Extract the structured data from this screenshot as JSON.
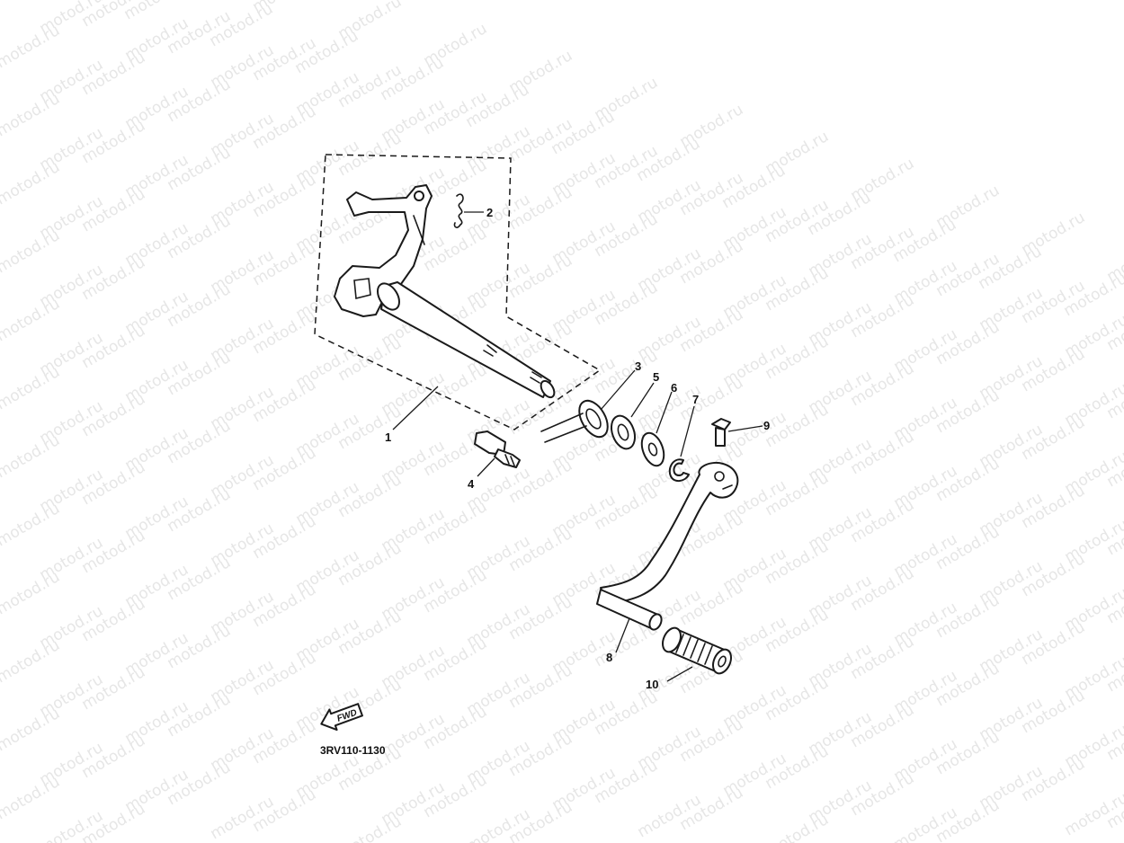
{
  "watermark": {
    "text": "motod.ru"
  },
  "diagram_code": "3RV110-1130",
  "fwd_badge": {
    "text": "FWD"
  },
  "parts": [
    {
      "number": "1"
    },
    {
      "number": "2"
    },
    {
      "number": "3"
    },
    {
      "number": "4"
    },
    {
      "number": "5"
    },
    {
      "number": "6"
    },
    {
      "number": "7"
    },
    {
      "number": "8"
    },
    {
      "number": "9"
    },
    {
      "number": "10"
    }
  ]
}
